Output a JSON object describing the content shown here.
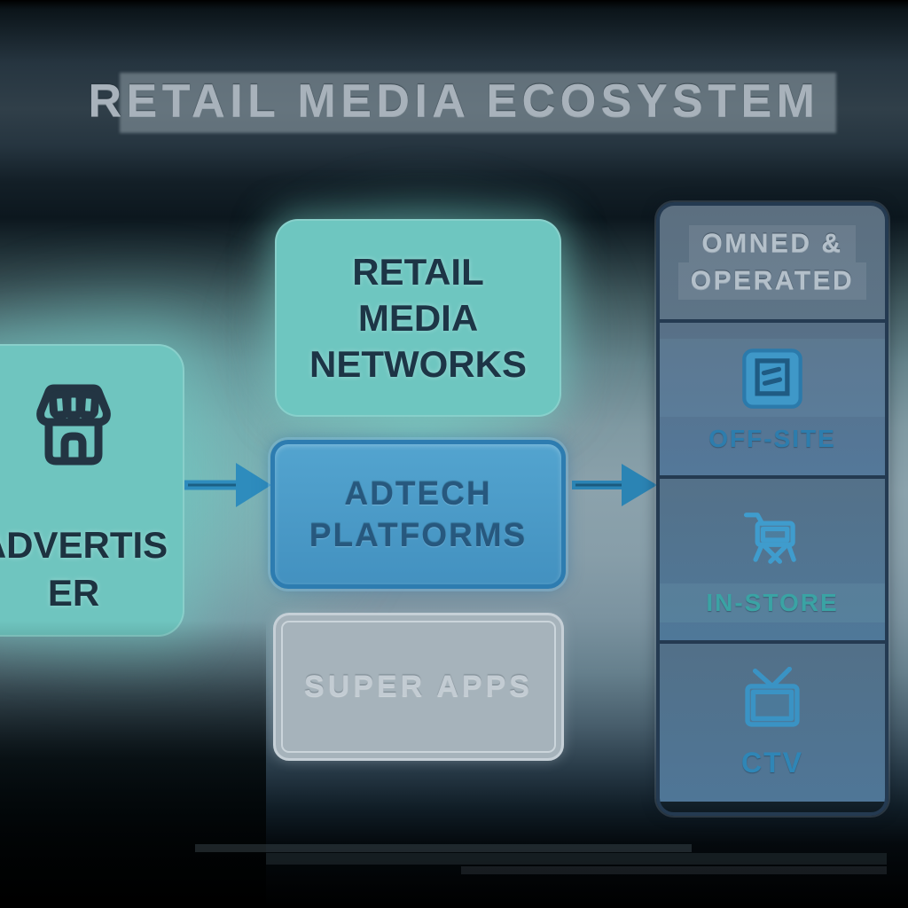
{
  "title": "RETAIL MEDIA ECOSYSTEM",
  "advertiser": {
    "label_lines": [
      "ADVERTIS",
      "ER"
    ],
    "icon": "storefront-icon",
    "fill": "#6fc5bf",
    "text_color": "#1d3240"
  },
  "flow": {
    "retail_media_networks": {
      "label_lines": [
        "RETAIL",
        "MEDIA",
        "NETWORKS"
      ],
      "fill": "#6ec6c0",
      "text_color": "#1d3546"
    },
    "adtech_platforms": {
      "label_lines": [
        "ADTECH",
        "PLATFORMS"
      ],
      "fill": "#4a9dca",
      "border": "#2d7cb0",
      "text_color": "#27587e"
    },
    "super_apps": {
      "label": "SUPER APPS",
      "fill": "#a6b3bb",
      "border": "#c6d0d7",
      "text_color": "#c3ccd3"
    }
  },
  "channels": {
    "border": "#243a51",
    "items": [
      {
        "id": "owned-operated",
        "label_lines": [
          "OMNED &",
          "OPERATED"
        ],
        "text_color": "#b4c0ca"
      },
      {
        "id": "off-site",
        "label": "OFF-SITE",
        "icon": "browser-ad-icon",
        "text_color": "#2d7dad"
      },
      {
        "id": "in-store",
        "label": "IN-STORE",
        "icon": "shopping-cart-icon",
        "text_color": "#3aa3a4"
      },
      {
        "id": "ctv",
        "label": "CTV",
        "icon": "tv-icon",
        "text_color": "#2f86b6"
      }
    ]
  },
  "arrows": [
    {
      "id": "advertiser-to-adtech",
      "color": "#2e8cbd"
    },
    {
      "id": "adtech-to-channels",
      "color": "#2b84b4"
    }
  ]
}
